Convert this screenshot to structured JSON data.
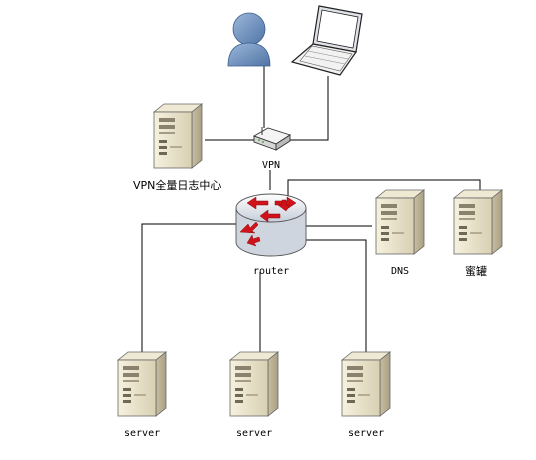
{
  "labels": {
    "vpn": "VPN",
    "log_center": "VPN全量日志中心",
    "router": "router",
    "dns": "DNS",
    "honeypot": "蜜罐",
    "server1": "server",
    "server2": "server",
    "server3": "server"
  },
  "icons": {
    "user": "user-icon",
    "laptop": "laptop-icon",
    "vpn": "vpn-device-icon",
    "router": "router-icon",
    "server": "server-icon"
  },
  "colors": {
    "user_body": "#6f93bf",
    "server_body": "#ece4cc",
    "router_body": "#e4e8ee",
    "router_arrows": "#d1121a",
    "line": "#000000"
  }
}
